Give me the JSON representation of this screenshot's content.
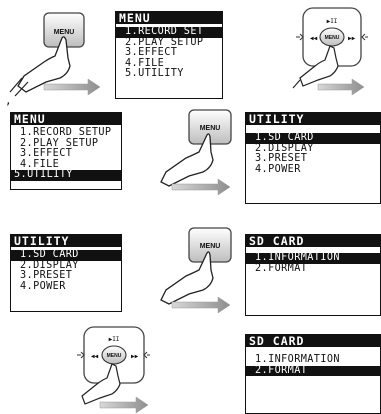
{
  "key_label": "MENU",
  "screens": [
    {
      "title": "MENU",
      "items": [
        "1.RECORD SET",
        "2.PLAY SETUP",
        "3.EFFECT",
        "4.FILE",
        "5.UTILITY"
      ],
      "selected": 0
    },
    {
      "title": "MENU",
      "items": [
        "1.RECORD SETUP",
        "2.PLAY SETUP",
        "3.EFFECT",
        "4.FILE",
        "5.UTILITY"
      ],
      "selected": 4
    },
    {
      "title": "UTILITY",
      "items": [
        "1.SD CARD",
        "2.DISPLAY",
        "3.PRESET",
        "4.POWER"
      ],
      "selected": 0
    },
    {
      "title": "UTILITY",
      "items": [
        "1.SD CARD",
        "2.DISPLAY",
        "3.PRESET",
        "4.POWER"
      ],
      "selected": 0
    },
    {
      "title": "SD CARD",
      "items": [
        "1.INFORMATION",
        "2.FORMAT"
      ],
      "selected": 0
    },
    {
      "title": "SD CARD",
      "items": [
        "1.INFORMATION",
        "2.FORMAT"
      ],
      "selected": 1
    }
  ],
  "stray_mark": ","
}
